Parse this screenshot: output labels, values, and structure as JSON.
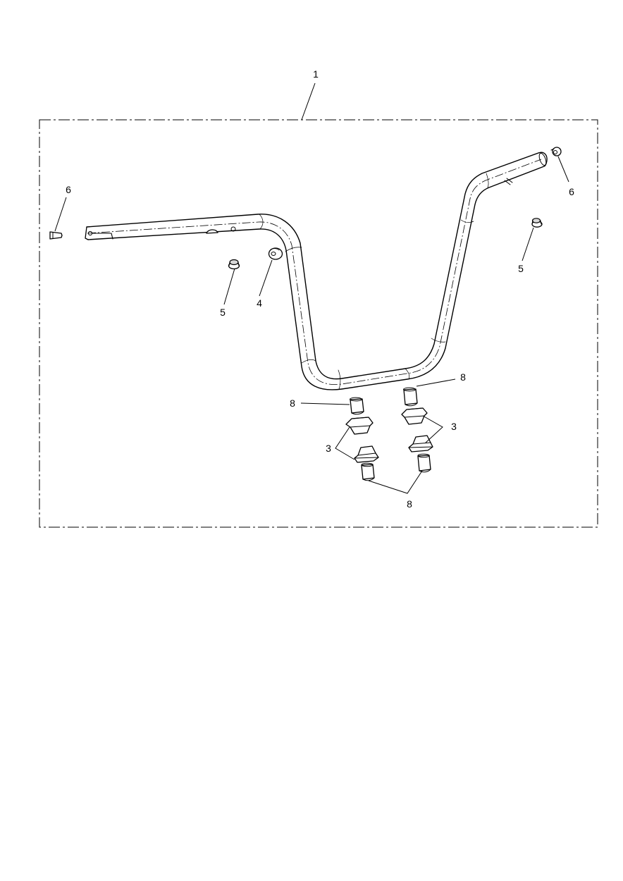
{
  "callouts": {
    "kit": "1",
    "plug_left": "6",
    "plug_right": "6",
    "nut_left": "5",
    "nut_right": "5",
    "cap": "4",
    "spacer_top_left": "8",
    "spacer_top_right": "8",
    "spacer_bottom": "8",
    "riser_left": "3",
    "riser_right": "3"
  },
  "colors": {
    "ink": "#000000",
    "background": "#ffffff"
  }
}
